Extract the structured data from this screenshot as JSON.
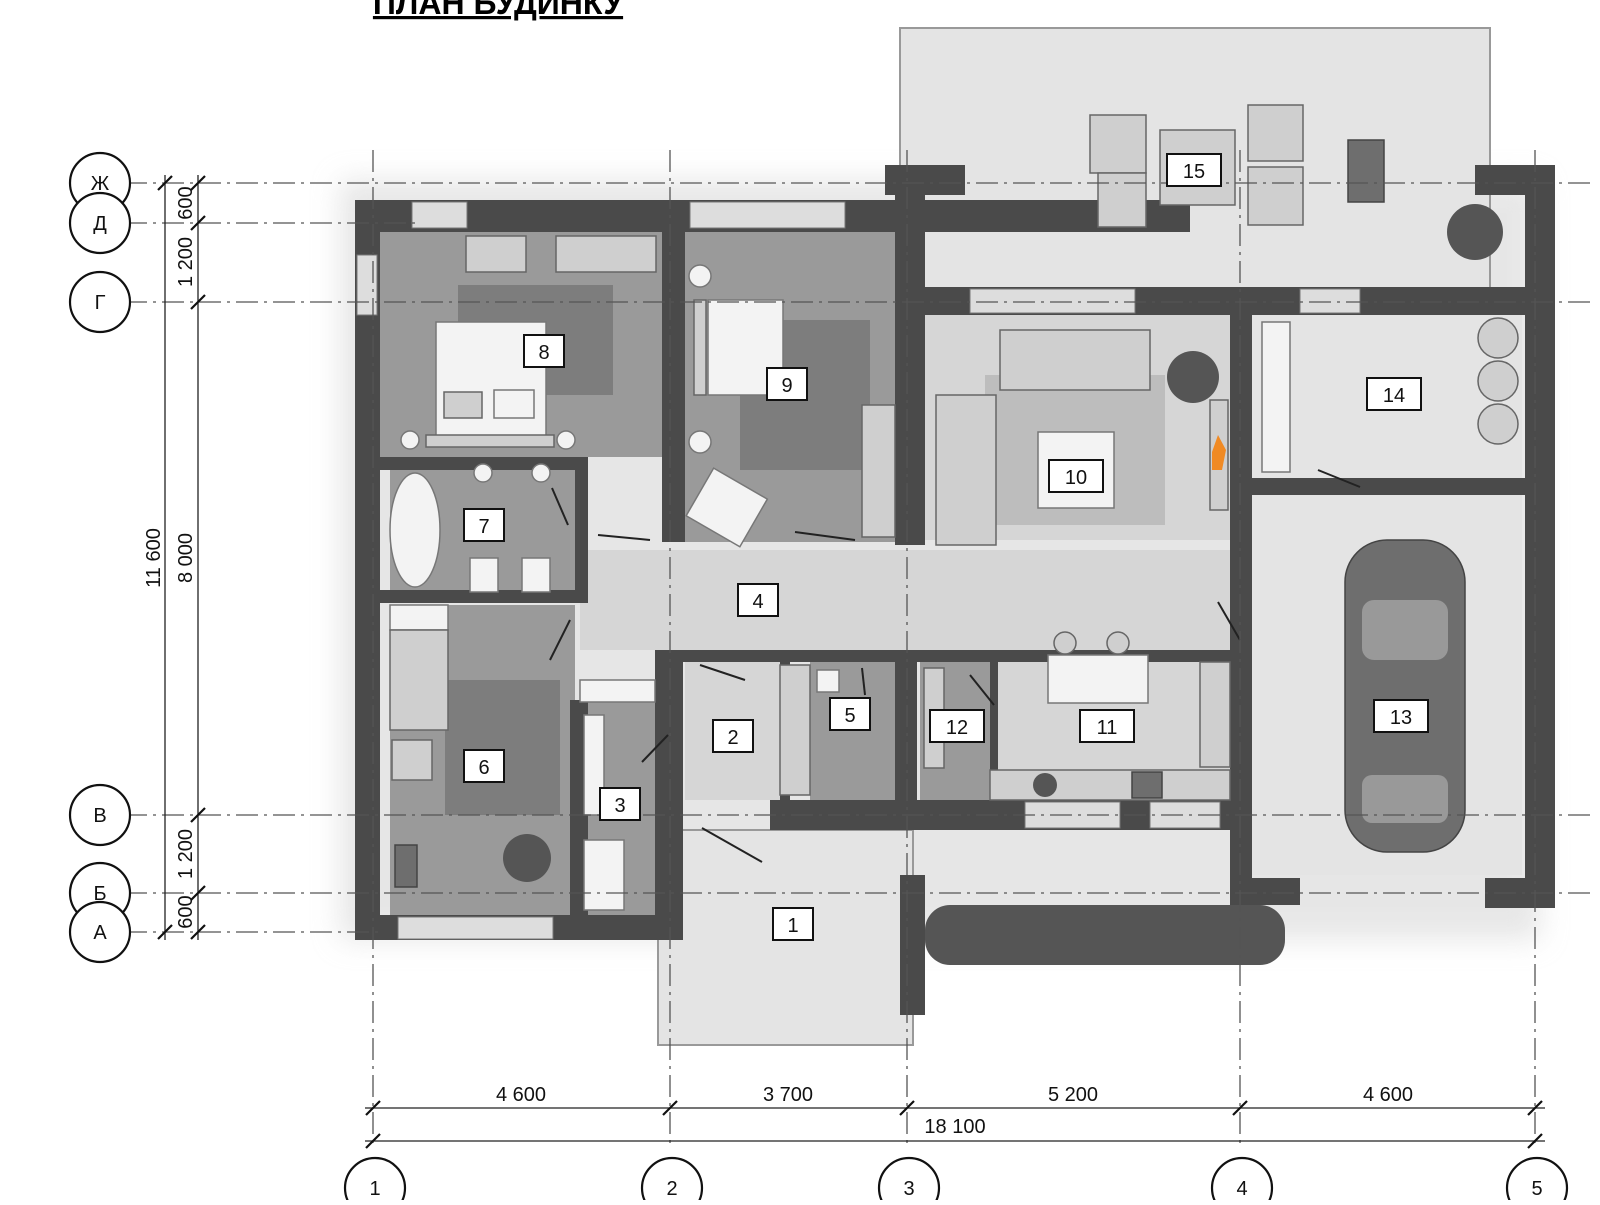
{
  "title": "ПЛАН БУДИНКУ",
  "axes_letters": [
    "Ж",
    "Д",
    "Г",
    "В",
    "Б",
    "А"
  ],
  "axes_numbers": [
    "1",
    "2",
    "3",
    "4",
    "5"
  ],
  "dims_bottom": [
    "4 600",
    "3 700",
    "5 200",
    "4 600"
  ],
  "dim_total_bottom": "18 100",
  "dims_left_inner": [
    "600",
    "1 200",
    "8 000",
    "1 200",
    "600"
  ],
  "dim_left_total": "11 600",
  "rooms": [
    "1",
    "2",
    "3",
    "4",
    "5",
    "6",
    "7",
    "8",
    "9",
    "10",
    "11",
    "12",
    "13",
    "14",
    "15"
  ],
  "colors": {
    "wall": "#4a4a4a",
    "fireplace": "#f08a24"
  }
}
